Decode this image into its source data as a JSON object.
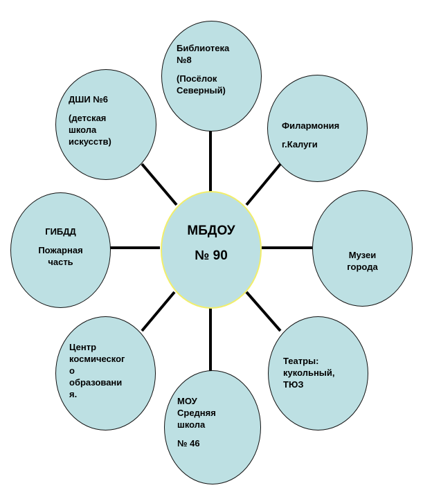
{
  "center": {
    "line1": "МБДОУ",
    "line2": "№ 90"
  },
  "nodes": {
    "library": {
      "line1": "Библиотека",
      "line2": "№8",
      "line3": "(Посёлок",
      "line4": "Северный)"
    },
    "philharmonic": {
      "line1": "Филармония",
      "line2": "г.Калуги"
    },
    "museums": {
      "line1": "Музеи",
      "line2": "города"
    },
    "theatres": {
      "line1": "Театры:",
      "line2": "кукольный,",
      "line3": "ТЮЗ"
    },
    "school": {
      "line1": "МОУ",
      "line2": "Средняя",
      "line3": "школа",
      "line4": "№ 46"
    },
    "space_center": {
      "line1": "Центр",
      "line2": "космическог",
      "line3": "о",
      "line4": "образовани",
      "line5": "я."
    },
    "gibdd": {
      "line1": "ГИБДД",
      "line2": "Пожарная",
      "line3": "часть"
    },
    "art_school": {
      "line1": "ДШИ №6",
      "line2": "(детская",
      "line3": "школа",
      "line4": "искусств)"
    }
  },
  "colors": {
    "node_fill": "#bde0e3",
    "center_border": "#f2ee6a",
    "connector": "#000000"
  }
}
